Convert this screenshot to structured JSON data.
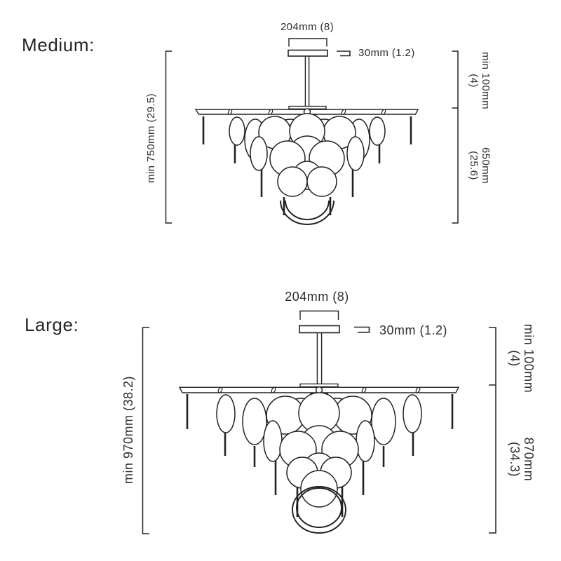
{
  "colors": {
    "line": "#222222",
    "text": "#2e2e2e",
    "background": "#ffffff"
  },
  "sections": {
    "medium": {
      "title": "Medium:",
      "canopy_width": "204mm (8)",
      "canopy_thickness": "30mm (1.2)",
      "min_drop": {
        "line1": "min 100mm",
        "line2": "(4)"
      },
      "body_height": {
        "line1": "650mm",
        "line2": "(25.6)"
      },
      "overall_height": "min 750mm (29.5)"
    },
    "large": {
      "title": "Large:",
      "canopy_width": "204mm (8)",
      "canopy_thickness": "30mm (1.2)",
      "min_drop": {
        "line1": "min 100mm",
        "line2": "(4)"
      },
      "body_height": {
        "line1": "870mm",
        "line2": "(34.3)"
      },
      "overall_height": "min 970mm (38.2)"
    }
  }
}
